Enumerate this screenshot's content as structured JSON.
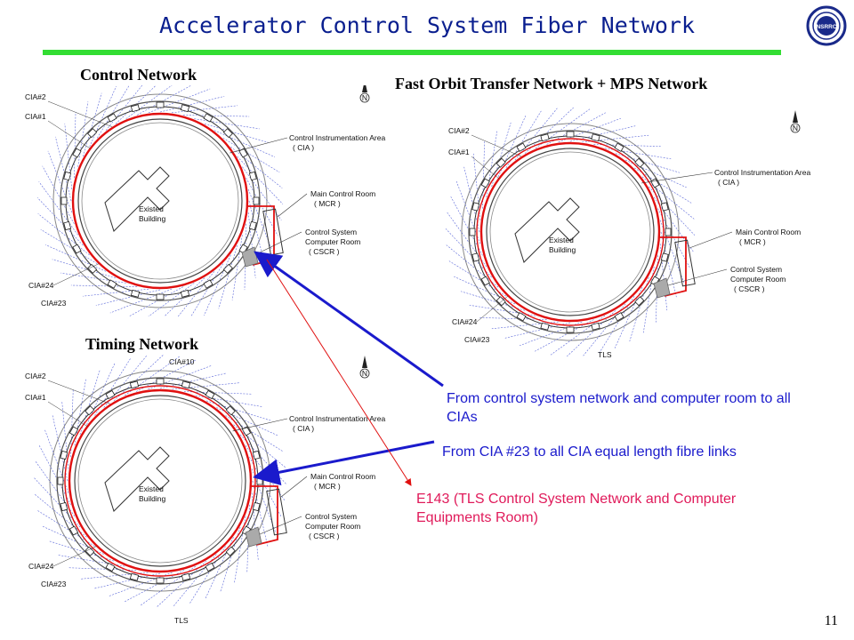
{
  "title": "Accelerator Control System Fiber Network",
  "logo_text": "NSRRC",
  "page_number": "11",
  "panels": {
    "control": {
      "title": "Control Network",
      "labels": {
        "cia2": "CIA#2",
        "cia1": "CIA#1",
        "cia24": "CIA#24",
        "cia23": "CIA#23",
        "cia_area_1": "Control Instrumentation Area",
        "cia_area_2": "( CIA )",
        "mcr_1": "Main Control Room",
        "mcr_2": "( MCR )",
        "cscr_1": "Control System",
        "cscr_2": "Computer Room",
        "cscr_3": "( CSCR )",
        "building_1": "Existed",
        "building_2": "Building",
        "north": "N"
      }
    },
    "fast_orbit": {
      "title": "Fast Orbit Transfer Network + MPS Network",
      "labels": {
        "cia2": "CIA#2",
        "cia1": "CIA#1",
        "cia24": "CIA#24",
        "cia23": "CIA#23",
        "cia_area_1": "Control Instrumentation Area",
        "cia_area_2": "( CIA )",
        "mcr_1": "Main Control Room",
        "mcr_2": "( MCR )",
        "cscr_1": "Control System",
        "cscr_2": "Computer Room",
        "cscr_3": "( CSCR )",
        "building_1": "Existed",
        "building_2": "Building",
        "tls": "TLS",
        "north": "N"
      }
    },
    "timing": {
      "title": "Timing Network",
      "labels": {
        "cia2": "CIA#2",
        "cia1": "CIA#1",
        "cia10": "CIA#10",
        "cia24": "CIA#24",
        "cia23": "CIA#23",
        "cia_area_1": "Control Instrumentation Area",
        "cia_area_2": "( CIA )",
        "mcr_1": "Main Control Room",
        "mcr_2": "( MCR )",
        "cscr_1": "Control System",
        "cscr_2": "Computer Room",
        "cscr_3": "( CSCR )",
        "building_1": "Existed",
        "building_2": "Building",
        "tls": "TLS",
        "north": "N"
      }
    }
  },
  "annotations": {
    "control_to_cias": "From control system network and computer room to all CIAs",
    "cia23_equal_length": "From CIA #23 to all CIA equal length fibre links",
    "e143": "E143 (TLS Control System Network and Computer Equipments Room)"
  },
  "colors": {
    "title": "#0a1f8f",
    "rule": "#33dd33",
    "fiber_red": "#e01010",
    "fiber_blue": "#2233cc",
    "ann_blue": "#1a1acc",
    "ann_red": "#e01a5a"
  }
}
